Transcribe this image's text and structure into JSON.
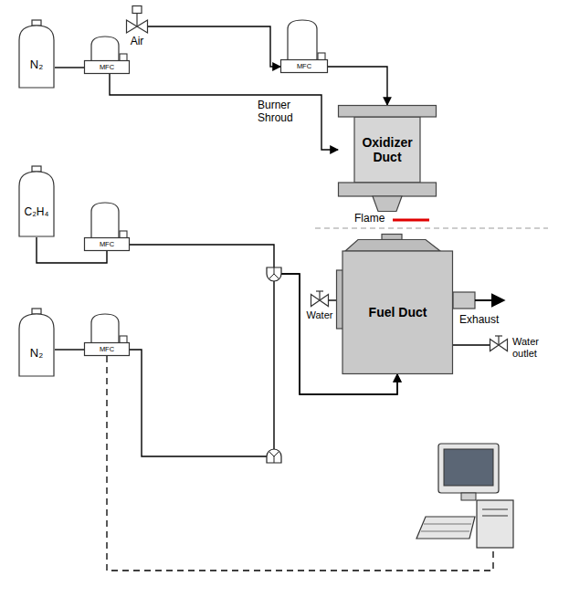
{
  "diagram": {
    "nodes": [
      {
        "text": [
          "N₂"
        ]
      },
      {
        "text": [
          "MFC"
        ]
      },
      {
        "text": [
          "Air"
        ]
      },
      {
        "text": [
          "MFC"
        ]
      },
      {
        "text": [
          "Oxidizer Duct"
        ]
      },
      {
        "text": [
          "C₂H₄"
        ]
      },
      {
        "text": [
          "MFC"
        ]
      },
      {
        "text": [
          "N₂"
        ]
      },
      {
        "text": [
          "MFC"
        ]
      },
      {
        "text": [
          "Water"
        ]
      },
      {
        "text": [
          "Fuel Duct"
        ]
      },
      {
        "text": [
          "Water outlet"
        ]
      }
    ],
    "edges": [
      {
        "from": 0,
        "to": 1,
        "arrow": "none"
      },
      {
        "from": 1,
        "to": 4,
        "label": "Burner Shroud",
        "arrow": "to"
      },
      {
        "from": 2,
        "to": 3,
        "arrow": "to"
      },
      {
        "from": 3,
        "to": 4,
        "arrow": "to"
      },
      {
        "from": 5,
        "to": 6,
        "arrow": "none"
      },
      {
        "from": 6,
        "to": 10,
        "arrow": "to"
      },
      {
        "from": 7,
        "to": 8,
        "arrow": "none"
      },
      {
        "from": 8,
        "to": 10,
        "arrow": "to"
      },
      {
        "from": 9,
        "to": 10,
        "arrow": "none"
      },
      {
        "from": 10,
        "to": 11,
        "arrow": "none"
      }
    ],
    "labels": [
      "Flame",
      "Exhaust"
    ]
  }
}
